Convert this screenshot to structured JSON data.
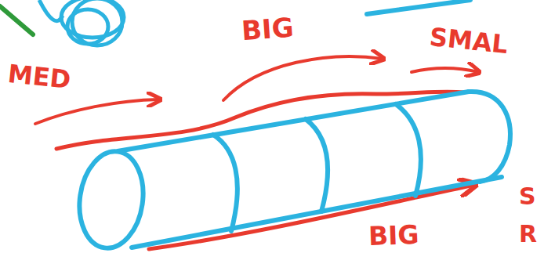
{
  "diagram": {
    "labels": [
      "MED",
      "BIG",
      "SMAL",
      "BIG",
      "S",
      "R"
    ]
  }
}
